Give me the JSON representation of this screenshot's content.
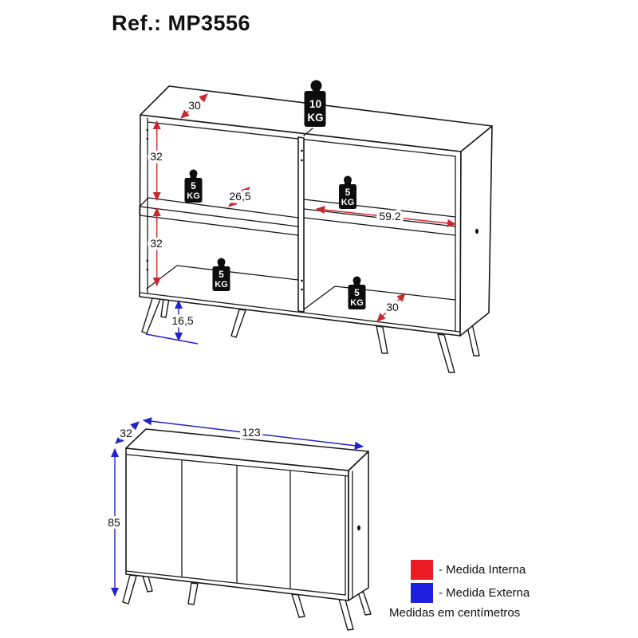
{
  "title": "Ref.: MP3556",
  "colors": {
    "line": "#1a1a1a",
    "internal": "#c62a2e",
    "external": "#2323c8",
    "legend_red": "#ed1c24",
    "legend_blue": "#1f1fe0"
  },
  "top_view": {
    "internal_dims": {
      "top_depth": "30",
      "upper_section_height": "32",
      "lower_section_height": "32",
      "left_shelf_depth": "26,5",
      "right_shelf_width": "59.2",
      "bottom_depth": "30"
    },
    "external_dims": {
      "leg_height": "16,5"
    },
    "weights": {
      "top": {
        "value": "10",
        "unit": "KG"
      },
      "left_shelf": {
        "value": "5",
        "unit": "KG"
      },
      "right_shelf": {
        "value": "5",
        "unit": "KG"
      },
      "bottom_left": {
        "value": "5",
        "unit": "KG"
      },
      "bottom_right": {
        "value": "5",
        "unit": "KG"
      }
    }
  },
  "bottom_view": {
    "external_dims": {
      "width": "123",
      "depth": "32",
      "height": "85"
    }
  },
  "legend": {
    "internal_label": "- Medida Interna",
    "external_label": "- Medida Externa",
    "note": "Medidas em centímetros"
  }
}
